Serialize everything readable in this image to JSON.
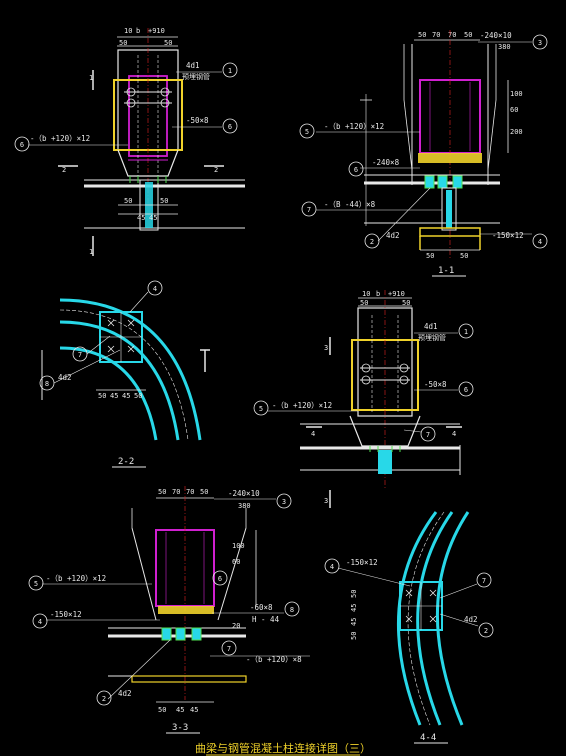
{
  "title": "曲梁与钢管混凝土柱连接详图（三）",
  "d1": {
    "dims_top": [
      "10",
      "b",
      "+910",
      "50",
      "50"
    ],
    "pipe_label_a": "4d1",
    "pipe_label_b": "预埋钢管",
    "plate1": "-50×8",
    "plate2": "-（b +120）×12",
    "dims_bot": [
      "50",
      "50",
      "45",
      "45"
    ],
    "cut_2": "2",
    "cut_1": "1",
    "bubbles": [
      "1",
      "6",
      "6"
    ]
  },
  "d11": {
    "dims_top": [
      "50",
      "70",
      "70",
      "50"
    ],
    "plate_a": "-240×10",
    "plate_a2": "380",
    "plate_b": "-（b +120）×12",
    "plate_c": "-240×8",
    "plate_d": "-（B -44）×8",
    "plate_e": "-150×12",
    "bar": "4d2",
    "dims_right": [
      "100",
      "60",
      "200"
    ],
    "dims_bot": [
      "50",
      "50"
    ],
    "section": "1-1",
    "bubbles": [
      "3",
      "5",
      "6",
      "7",
      "2",
      "4"
    ]
  },
  "d22": {
    "bar": "4d2",
    "dims": [
      "50",
      "45",
      "45",
      "50"
    ],
    "section": "2-2",
    "bubbles": [
      "4",
      "7",
      "8"
    ]
  },
  "d3": {
    "dims_top": [
      "10",
      "b",
      "+910",
      "50",
      "50"
    ],
    "pipe_label_a": "4d1",
    "pipe_label_b": "预埋钢管",
    "plate1": "-50×8",
    "plate2": "-（b +120）×12",
    "cut_3": "3",
    "cut_4": "4",
    "bubbles": [
      "1",
      "6",
      "5",
      "7"
    ]
  },
  "d33": {
    "dims_top": [
      "50",
      "70",
      "70",
      "50"
    ],
    "plate_a": "-240×10",
    "plate_a2": "380",
    "plate_b": "-（b +120）×12",
    "plate_c": "-150×12",
    "plate_d": "-60×8",
    "plate_d2": "H - 44",
    "plate_e": "-（b +120）×8",
    "bar": "4d2",
    "dims_right": [
      "100",
      "60",
      "20"
    ],
    "dims_bot": [
      "50",
      "45",
      "45"
    ],
    "section": "3-3",
    "bubbles": [
      "3",
      "5",
      "6",
      "4",
      "8",
      "7",
      "2"
    ]
  },
  "d44": {
    "plate": "-150×12",
    "bar": "4d2",
    "dims": [
      "50",
      "45",
      "45",
      "50"
    ],
    "section": "4-4",
    "bubbles": [
      "7",
      "2",
      "4"
    ]
  },
  "colors": {
    "cyan": "#28d8e8",
    "magenta": "#d020d0",
    "yellow": "#f0d22a",
    "white": "#e8e8e8",
    "green": "#50e050",
    "red": "#e02020"
  }
}
